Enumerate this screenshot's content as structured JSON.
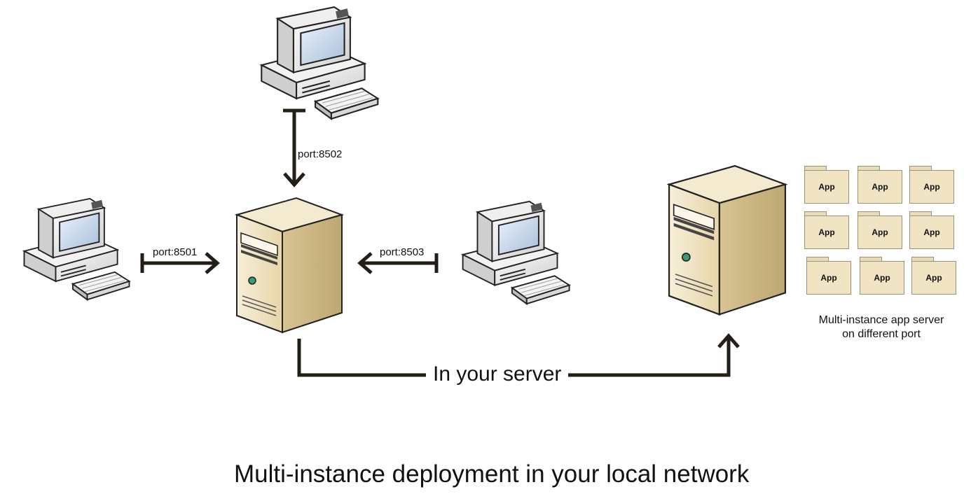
{
  "diagram": {
    "title": "Multi-instance deployment in your local network",
    "connection_label": "In your server",
    "server_caption_line1": "Multi-instance app server",
    "server_caption_line2": "on  different port",
    "ports": {
      "left": "port:8501",
      "top": "port:8502",
      "right": "port:8503"
    },
    "app_label": "App",
    "app_count": 9,
    "colors": {
      "line": "#231f16",
      "server_body": "#eadbb3",
      "folder": "#f1e4c2"
    }
  }
}
